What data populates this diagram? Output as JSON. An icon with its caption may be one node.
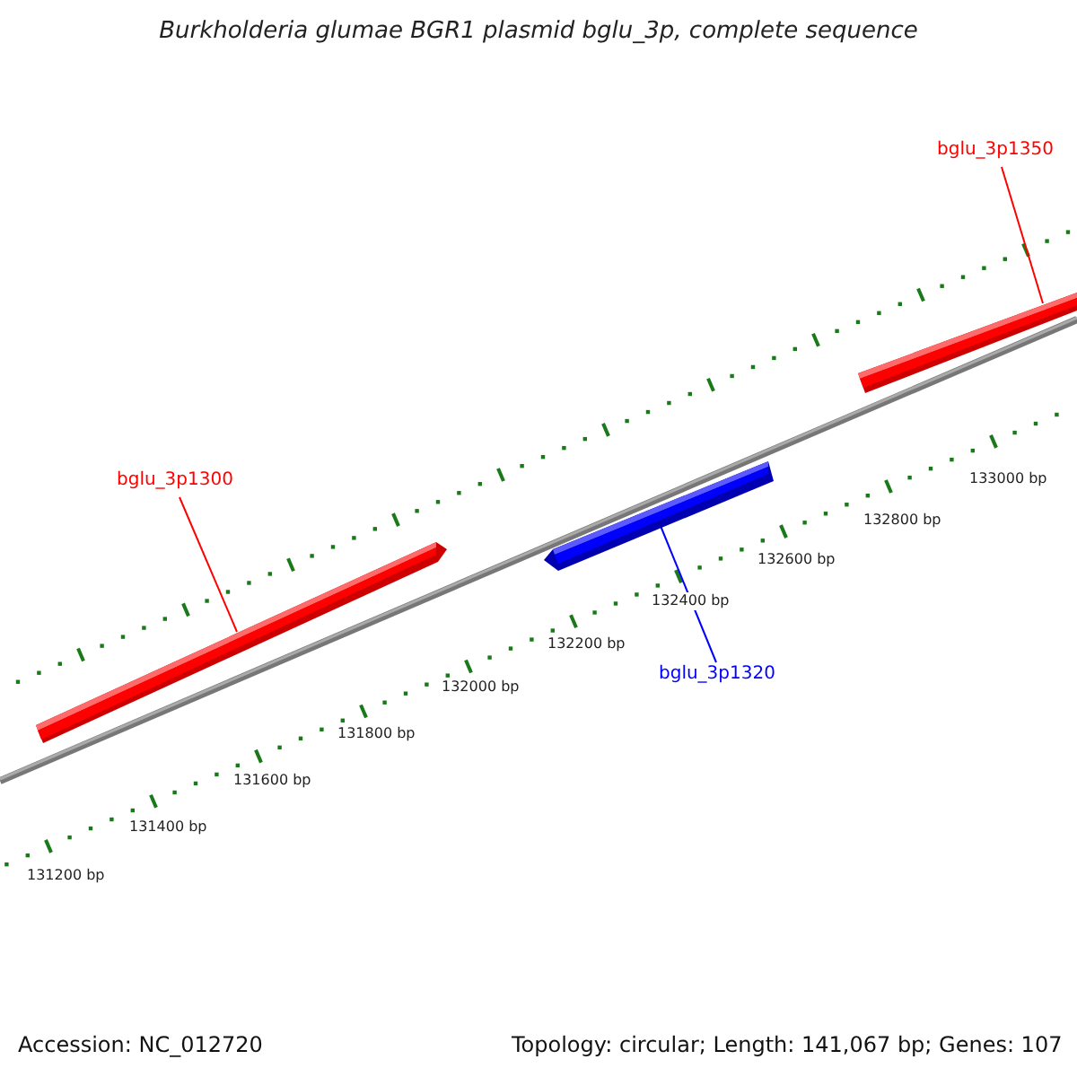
{
  "diagram": {
    "title": "Burkholderia glumae BGR1 plasmid bglu_3p, complete sequence",
    "nodes": [
      {
        "text": [
          "bglu_3p1350"
        ]
      },
      {
        "text": [],
        "shape": "bar"
      },
      {
        "text": [
          "bglu_3p1300"
        ]
      },
      {
        "text": [],
        "shape": "bar"
      },
      {
        "text": [],
        "shape": "bar"
      },
      {
        "text": [
          "bglu_3p1320"
        ]
      }
    ],
    "edges": [
      {
        "from": 0,
        "to": 1,
        "arrow": "none"
      },
      {
        "from": 2,
        "to": 3,
        "arrow": "none"
      },
      {
        "from": 5,
        "to": 4,
        "arrow": "none",
        "color": "#0000ff"
      }
    ],
    "labels": [
      "133000 bp",
      "132800 bp",
      "132600 bp",
      "132400 bp",
      "132200 bp",
      "132000 bp",
      "131800 bp",
      "131600 bp",
      "131400 bp",
      "131200 bp",
      "Accession: NC_012720",
      "Topology: circular; Length: 141,067 bp; Genes: 107"
    ]
  }
}
